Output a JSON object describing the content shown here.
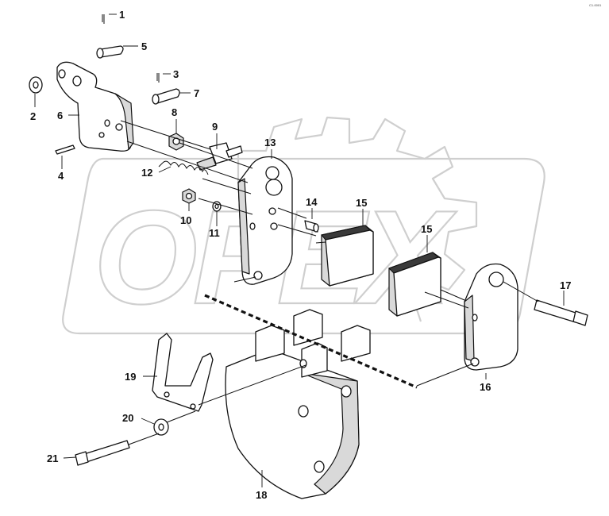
{
  "watermark": {
    "text": "OPEX",
    "color": "#cfcfcf"
  },
  "corner_code": "C1-0001",
  "callouts": {
    "c1": "1",
    "c2": "2",
    "c3": "3",
    "c4": "4",
    "c5": "5",
    "c6": "6",
    "c7": "7",
    "c8": "8",
    "c9": "9",
    "c10": "10",
    "c11": "11",
    "c12": "12",
    "c13": "13",
    "c14": "14",
    "c15a": "15",
    "c15b": "15",
    "c16": "16",
    "c17": "17",
    "c18": "18",
    "c19": "19",
    "c20": "20",
    "c21": "21"
  },
  "colors": {
    "line": "#111111",
    "shade": "#d9d9d9",
    "watermark": "#cfcfcf"
  }
}
